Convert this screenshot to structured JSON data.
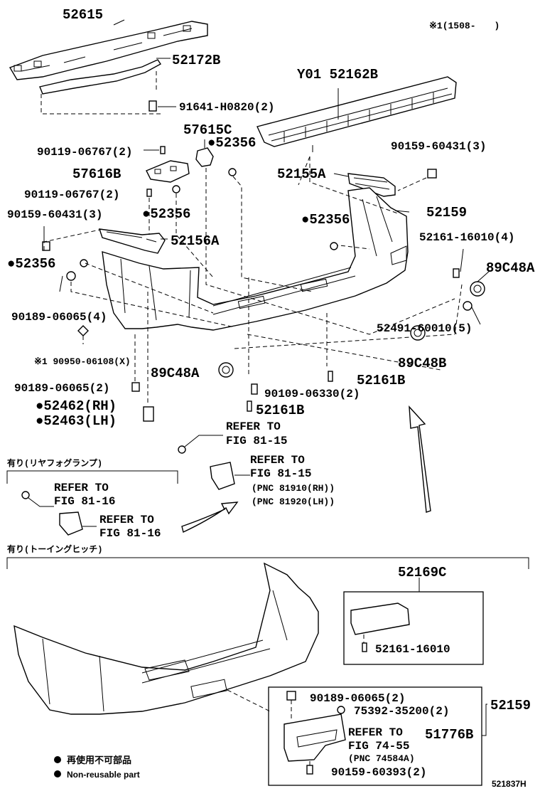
{
  "header": {
    "note_top_right": "※1(1508-　　)"
  },
  "labels": {
    "p52615": "52615",
    "p52172B": "52172B",
    "pY01": "Y01 52162B",
    "p91641": "91641-H0820(2)",
    "p57615C": "57615C",
    "p52356a": "●52356",
    "p90119a": "90119-06767(2)",
    "p57616B": "57616B",
    "p90119b": "90119-06767(2)",
    "p52356b": "●52356",
    "p90159a": "90159-60431(3)",
    "p52156A": "52156A",
    "p52356c": "●52356",
    "p90189a": "90189-06065(4)",
    "p90950": "※1 90950-06108(X)",
    "p89C48A_l": "89C48A",
    "p90189b": "90189-06065(2)",
    "p52462": "●52462(RH)",
    "p52463": "●52463(LH)",
    "p90159b": "90159-60431(3)",
    "p52155A": "52155A",
    "p52356d": "●52356",
    "p52159a": "52159",
    "p52161a": "52161-16010(4)",
    "p89C48A_r": "89C48A",
    "p52491": "52491-60010(5)",
    "p89C48B": "89C48B",
    "p52161B_a": "52161B",
    "p90109": "90109-06330(2)",
    "p52161B_b": "52161B",
    "refer1_a": "REFER TO",
    "refer1_b": "FIG 81-15",
    "refer2_a": "REFER TO",
    "refer2_b": "FIG 81-15",
    "pnc1": "(PNC 81910(RH))",
    "pnc2": "(PNC 81920(LH))",
    "sec1": "有り(リヤフォグランプ)",
    "refer3_a": "REFER TO",
    "refer3_b": "FIG 81-16",
    "refer4_a": "REFER TO",
    "refer4_b": "FIG 81-16",
    "sec2": "有り(トーイングヒッチ)",
    "p52169C": "52169C",
    "p52161c": "52161-16010",
    "p90189c": "90189-06065(2)",
    "p75392": "75392-35200(2)",
    "p52159b": "52159",
    "refer5_a": "REFER TO",
    "refer5_b": "FIG 74-55",
    "p51776B": "51776B",
    "pnc3": "(PNC 74584A)",
    "p90159c": "90159-60393(2)",
    "legend_jp": "再使用不可部品",
    "legend_en": "Non-reusable part",
    "drawing_id": "521837H"
  }
}
